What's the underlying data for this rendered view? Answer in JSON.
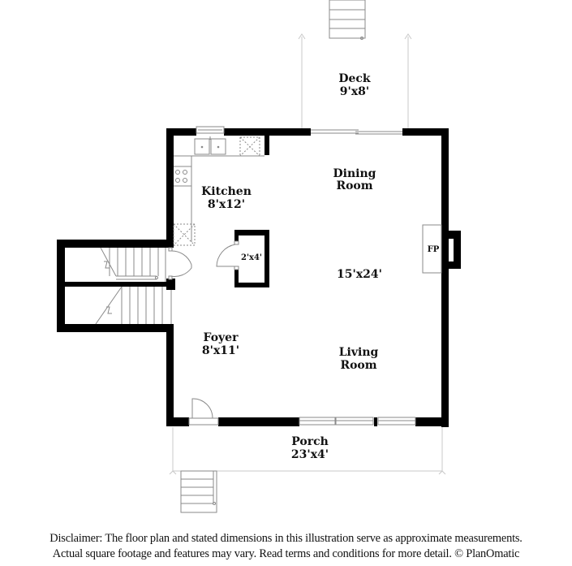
{
  "plan": {
    "rooms": {
      "deck": {
        "name": "Deck",
        "size": "9'x8'"
      },
      "kitchen": {
        "name": "Kitchen",
        "size": "8'x12'"
      },
      "dining": {
        "name_line1": "Dining",
        "name_line2": "Room"
      },
      "main_size": "15'x24'",
      "living": {
        "name_line1": "Living",
        "name_line2": "Room"
      },
      "foyer": {
        "name": "Foyer",
        "size": "8'x11'"
      },
      "closet": {
        "size": "2'x4'"
      },
      "porch": {
        "name": "Porch",
        "size": "23'x4'"
      },
      "fireplace": {
        "label": "FP"
      }
    },
    "colors": {
      "wall": "#000000",
      "fixture_line": "#8a8a8a",
      "background": "#ffffff",
      "text": "#111111"
    }
  },
  "disclaimer": {
    "line1": "Disclaimer: The floor plan and stated dimensions in this illustration serve as approximate measurements.",
    "line2": "Actual square footage and features may vary. Read terms and conditions for more detail. © PlanOmatic"
  }
}
